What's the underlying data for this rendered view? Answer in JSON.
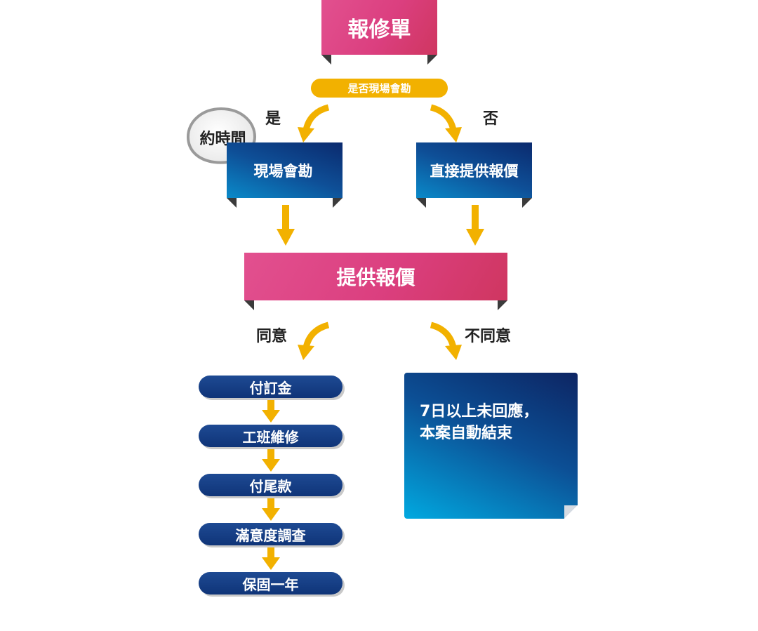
{
  "top_box": {
    "label": "報修單"
  },
  "question": {
    "label": "是否現場會勘"
  },
  "branch_yes": {
    "label": "是"
  },
  "branch_no": {
    "label": "否"
  },
  "bubble": {
    "label": "約時間"
  },
  "site_survey_box": {
    "label": "現場會勘"
  },
  "direct_quote_box": {
    "label": "直接提供報價"
  },
  "quote_box": {
    "label": "提供報價"
  },
  "agree": {
    "label": "同意"
  },
  "disagree": {
    "label": "不同意"
  },
  "steps": [
    "付訂金",
    "工班維修",
    "付尾款",
    "滿意度調查",
    "保固一年"
  ],
  "note": {
    "line1": "7日以上未回應，",
    "line2": "本案自動結束"
  },
  "colors": {
    "pink": "#db3f7f",
    "blue": "#0e4f97",
    "yellow": "#f2b100",
    "navy": "#0f3478"
  }
}
